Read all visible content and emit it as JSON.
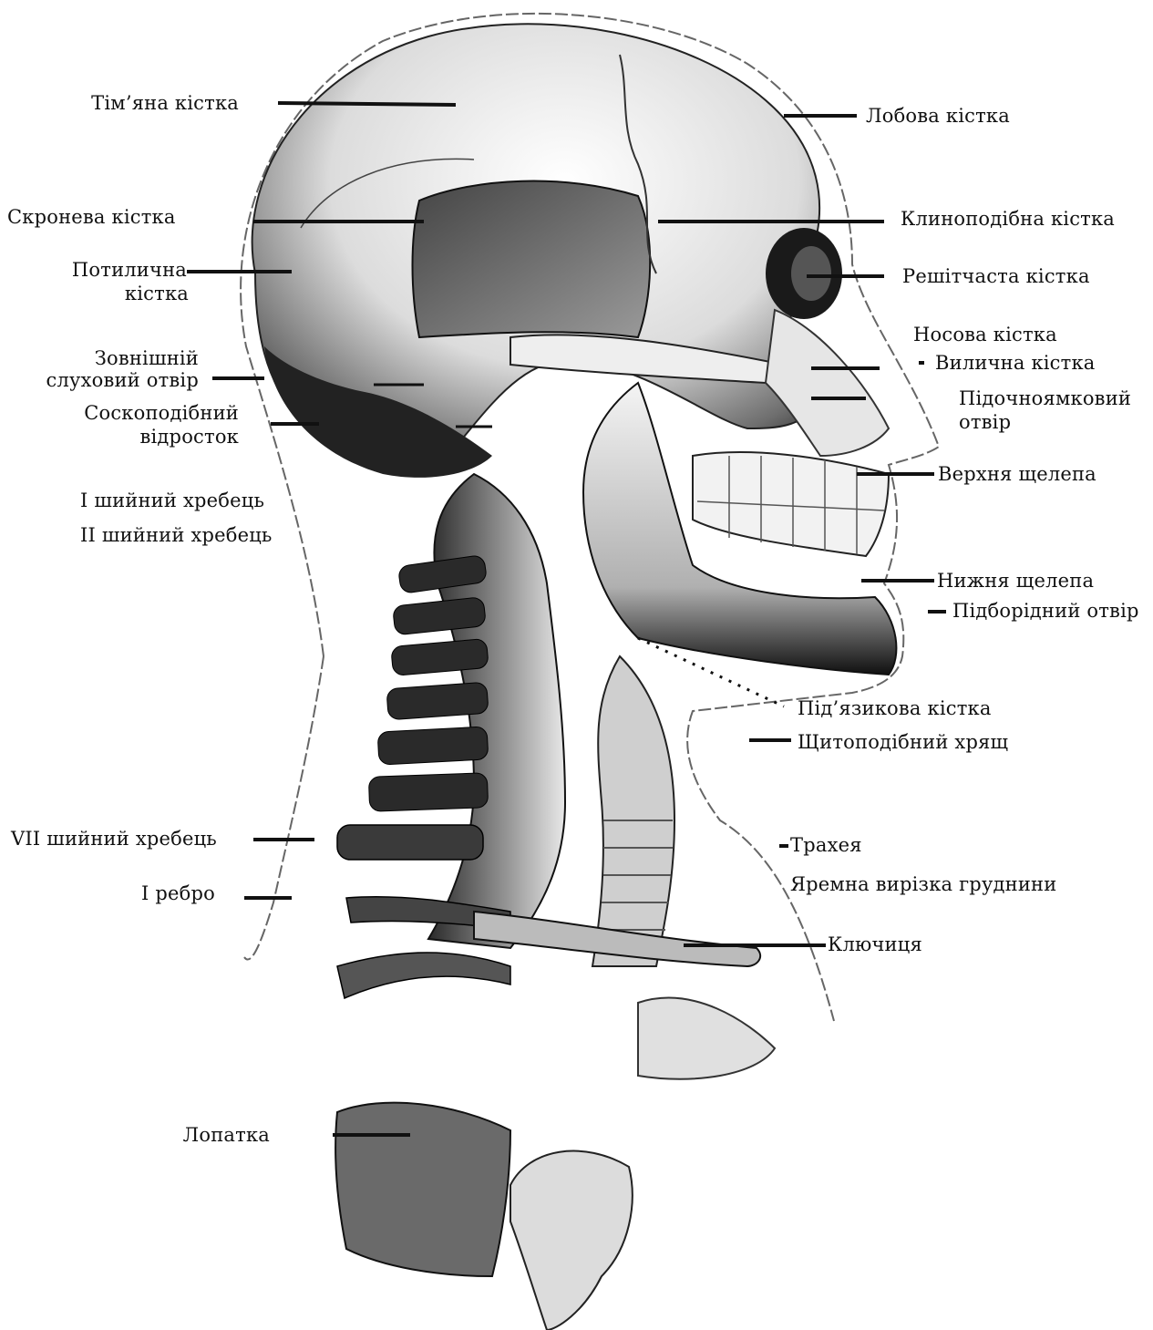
{
  "labels": {
    "parietal": "Тім’яна кістка",
    "frontal": "Лобова кістка",
    "temporal": "Скронева кістка",
    "sphenoid": "Клиноподібна кістка",
    "occipital_1": "Потилична",
    "occipital_2": "кістка",
    "ethmoid": "Решітчаста кістка",
    "nasal": "Носова кістка",
    "ear_canal_1": "Зовнішній",
    "ear_canal_2": "слуховий отвір",
    "zygomatic": "Вилична кістка",
    "infraorbital_1": "Підочноямковий",
    "infraorbital_2": "отвір",
    "mastoid_1": "Соскоподібний",
    "mastoid_2": "відросток",
    "maxilla": "Верхня щелепа",
    "c1": "I шийний хребець",
    "c2": "II шийний хребець",
    "mandible": "Нижня щелепа",
    "mental_foramen": "Підборідний отвір",
    "hyoid": "Під’язикова кістка",
    "thyroid": "Щитоподібний хрящ",
    "c7": "VII шийний хребець",
    "trachea": "Трахея",
    "rib1": "I ребро",
    "jugular_notch": "Яремна вирізка груднини",
    "clavicle": "Ключиця",
    "scapula": "Лопатка"
  }
}
